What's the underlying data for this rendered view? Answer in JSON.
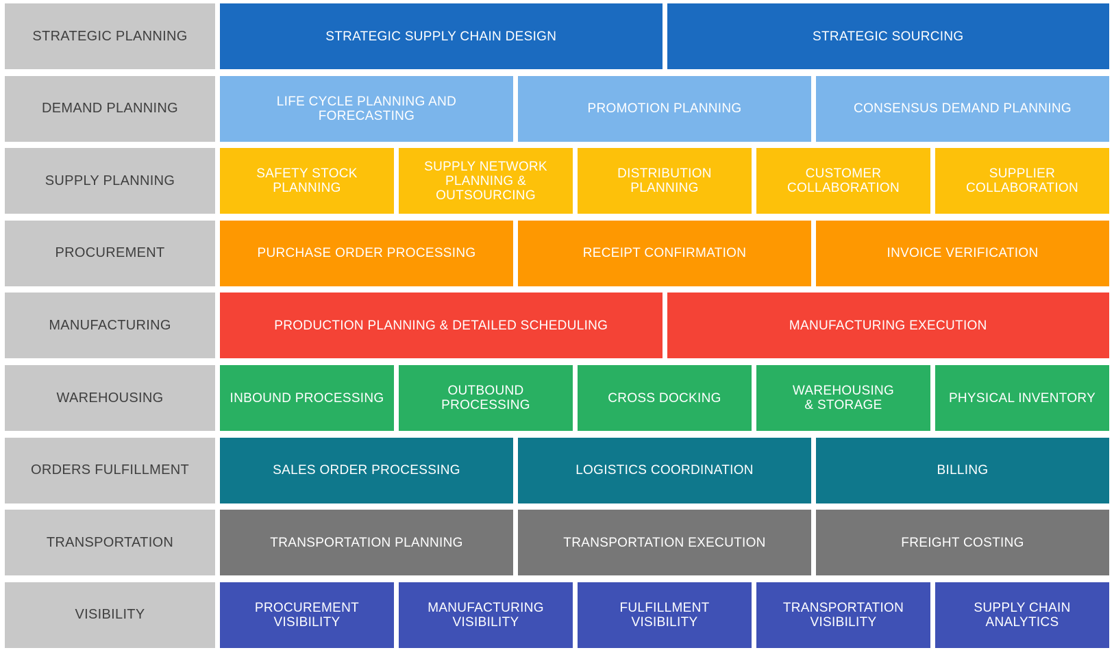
{
  "rows": [
    {
      "label": "STRATEGIC PLANNING",
      "color": "#1b6bc0",
      "cells": [
        "STRATEGIC SUPPLY CHAIN DESIGN",
        "STRATEGIC SOURCING"
      ]
    },
    {
      "label": "DEMAND PLANNING",
      "color": "#7bb5eb",
      "cells": [
        "LIFE CYCLE PLANNING AND FORECASTING",
        "PROMOTION PLANNING",
        "CONSENSUS DEMAND PLANNING"
      ]
    },
    {
      "label": "SUPPLY PLANNING",
      "color": "#fdc10a",
      "cells": [
        "SAFETY STOCK\nPLANNING",
        "SUPPLY NETWORK\nPLANNING &\nOUTSOURCING",
        "DISTRIBUTION\nPLANNING",
        "CUSTOMER\nCOLLABORATION",
        "SUPPLIER\nCOLLABORATION"
      ]
    },
    {
      "label": "PROCUREMENT",
      "color": "#fe9801",
      "cells": [
        "PURCHASE ORDER PROCESSING",
        "RECEIPT CONFIRMATION",
        "INVOICE VERIFICATION"
      ]
    },
    {
      "label": "MANUFACTURING",
      "color": "#f44336",
      "cells": [
        "PRODUCTION PLANNING & DETAILED SCHEDULING",
        "MANUFACTURING EXECUTION"
      ]
    },
    {
      "label": "WAREHOUSING",
      "color": "#29b062",
      "cells": [
        "INBOUND PROCESSING",
        "OUTBOUND PROCESSING",
        "CROSS DOCKING",
        "WAREHOUSING\n& STORAGE",
        "PHYSICAL INVENTORY"
      ]
    },
    {
      "label": "ORDERS FULFILLMENT",
      "color": "#0f788c",
      "cells": [
        "SALES ORDER PROCESSING",
        "LOGISTICS COORDINATION",
        "BILLING"
      ]
    },
    {
      "label": "TRANSPORTATION",
      "color": "#777777",
      "cells": [
        "TRANSPORTATION PLANNING",
        "TRANSPORTATION EXECUTION",
        "FREIGHT COSTING"
      ]
    },
    {
      "label": "VISIBILITY",
      "color": "#3f51b5",
      "cells": [
        "PROCUREMENT\nVISIBILITY",
        "MANUFACTURING\nVISIBILITY",
        "FULFILLMENT\nVISIBILITY",
        "TRANSPORTATION\nVISIBILITY",
        "SUPPLY CHAIN\nANALYTICS"
      ]
    }
  ],
  "label_color": "#c8c8c8"
}
